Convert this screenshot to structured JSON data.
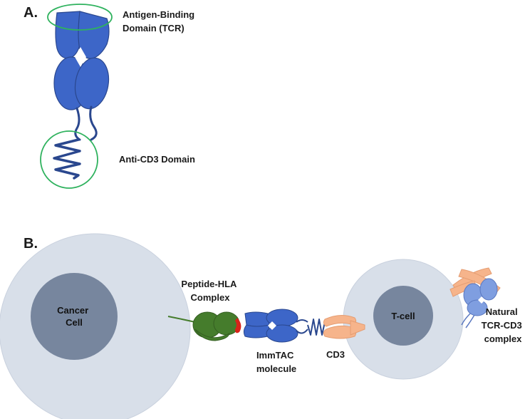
{
  "colors": {
    "tcr_blue": "#3d66c8",
    "tcr_outline": "#2a478e",
    "highlight_green": "#2fb25e",
    "cell_membrane": "#d8dfe9",
    "nucleus": "#77869e",
    "hla_green": "#457c2c",
    "peptide_red": "#d8231a",
    "cd3_peach": "#f6b48b",
    "natural_tcr": "#7f9ee0"
  },
  "panel_a": {
    "label": "A.",
    "antigen_binding_label": [
      "Antigen-Binding",
      "Domain (TCR)"
    ],
    "anti_cd3_label": "Anti-CD3 Domain"
  },
  "panel_b": {
    "label": "B.",
    "cancer_cell_label": [
      "Cancer",
      "Cell"
    ],
    "t_cell_label": "T-cell",
    "peptide_hla_label": [
      "Peptide-HLA",
      "Complex"
    ],
    "immtac_label": [
      "ImmTAC",
      "molecule"
    ],
    "cd3_label": "CD3",
    "natural_complex_label": [
      "Natural",
      "TCR-CD3",
      "complex"
    ]
  }
}
